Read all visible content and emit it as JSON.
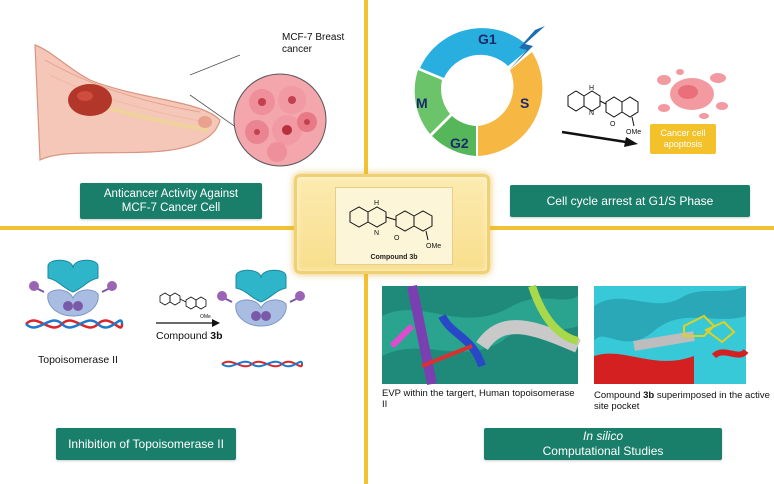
{
  "q1": {
    "callout": "MCF-7 Breast cancer",
    "label_line1": "Anticancer Activity Against",
    "label_line2": "MCF-7 Cancer Cell"
  },
  "q2": {
    "phases": {
      "g1": "G1",
      "s": "S",
      "g2": "G2",
      "m": "M"
    },
    "apoptosis": "Cancer cell apoptosis",
    "label": "Cell cycle arrest at G1/S Phase",
    "ome": "OMe"
  },
  "center": {
    "compound_caption": "Compound 3b",
    "ome": "OMe"
  },
  "q3": {
    "enzyme_caption": "Topoisomerase II",
    "arrow_prefix": "Compound ",
    "arrow_bold": "3b",
    "label": "Inhibition of Topoisomerase II",
    "ome": "OMe"
  },
  "q4": {
    "caption_left": "EVP within the targert, Human topoisomerase II",
    "caption_right_prefix": "Compound ",
    "caption_right_bold": "3b",
    "caption_right_suffix": " superimposed in the active site pocket",
    "label_italic": "In silico",
    "label_rest": " Computational Studies"
  },
  "colors": {
    "divider": "#f2c232",
    "label_bg": "#1a7f6a",
    "g1": "#29aee0",
    "s": "#f7b843",
    "g2": "#55b65a",
    "m": "#6cc46a",
    "apoptosis": "#f3c12a"
  }
}
